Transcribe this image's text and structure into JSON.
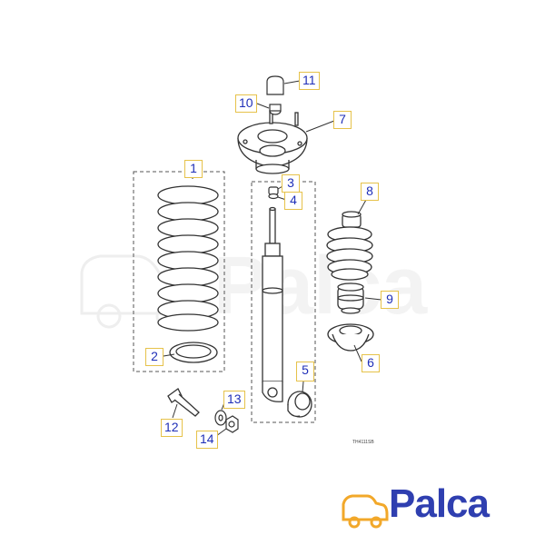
{
  "diagram": {
    "callouts": [
      {
        "id": "1",
        "label": "1"
      },
      {
        "id": "2",
        "label": "2"
      },
      {
        "id": "3",
        "label": "3"
      },
      {
        "id": "4",
        "label": "4"
      },
      {
        "id": "5",
        "label": "5"
      },
      {
        "id": "6",
        "label": "6"
      },
      {
        "id": "7",
        "label": "7"
      },
      {
        "id": "8",
        "label": "8"
      },
      {
        "id": "9",
        "label": "9"
      },
      {
        "id": "10",
        "label": "10"
      },
      {
        "id": "11",
        "label": "11"
      },
      {
        "id": "12",
        "label": "12"
      },
      {
        "id": "13",
        "label": "13"
      },
      {
        "id": "14",
        "label": "14"
      }
    ],
    "reference_code": "TH4111SB"
  },
  "logo": {
    "brand_text": "Palca",
    "brand_color": "#2f3fb0",
    "accent_color": "#f2a82a",
    "watermark_text": "Palca"
  },
  "colors": {
    "line": "#333333",
    "callout_text": "#1f2fb8",
    "callout_border": "#e6c24a"
  }
}
